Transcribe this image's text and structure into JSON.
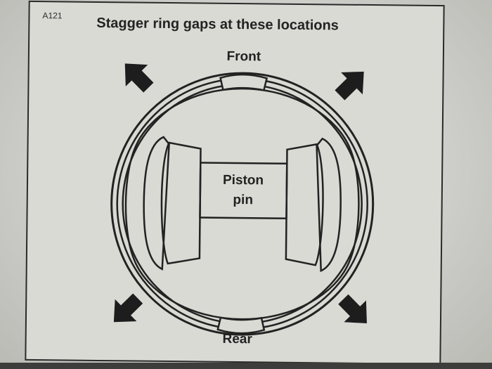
{
  "figure": {
    "code": "A121",
    "title": "Stagger ring gaps at these locations"
  },
  "labels": {
    "front": "Front",
    "rear": "Rear",
    "center_line1": "Piston",
    "center_line2": "pin"
  },
  "colors": {
    "ink": "#222222",
    "paper": "#d9dad4"
  },
  "arrows": [
    {
      "name": "top-left-arrow-icon",
      "points_to": "top-left"
    },
    {
      "name": "top-right-arrow-icon",
      "points_to": "top-right"
    },
    {
      "name": "bottom-left-arrow-icon",
      "points_to": "bottom-left"
    },
    {
      "name": "bottom-right-arrow-icon",
      "points_to": "bottom-right"
    }
  ]
}
